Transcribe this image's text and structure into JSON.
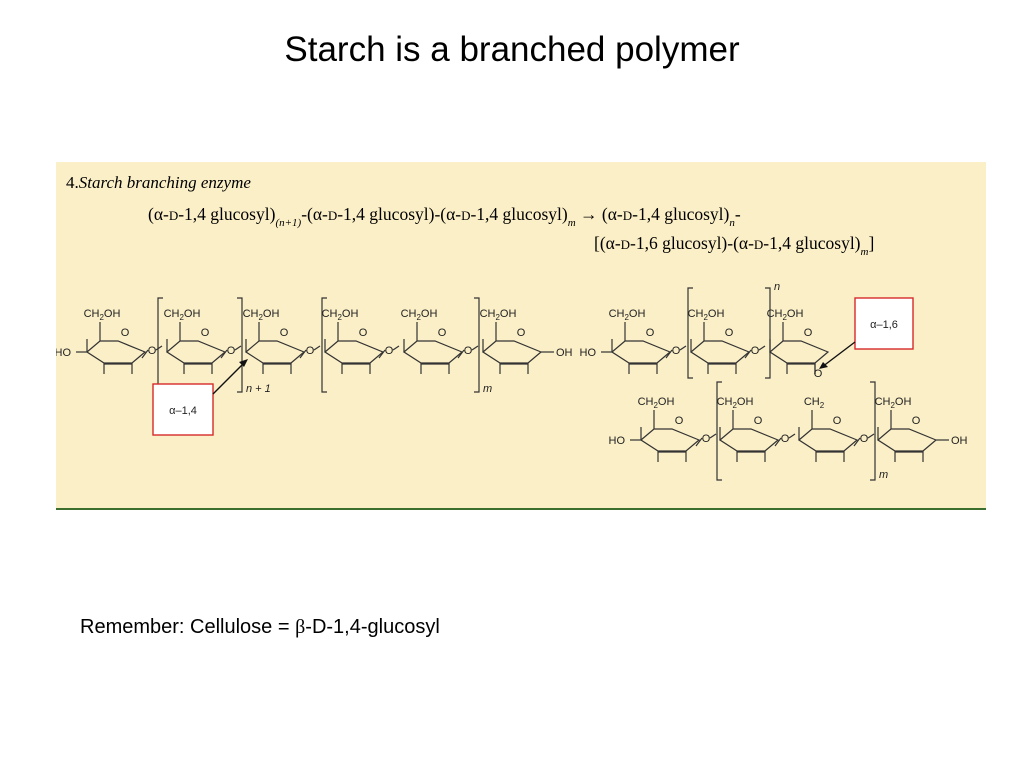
{
  "slide": {
    "title": "Starch is a branched polymer",
    "footnote": {
      "prefix": "Remember: Cellulose = ",
      "beta": "β",
      "suffix": "-D-1,4-glucosyl"
    }
  },
  "figure": {
    "heading": {
      "number": "4.",
      "text": "Starch branching enzyme"
    },
    "equation": {
      "line1": [
        {
          "t": "(α-"
        },
        {
          "t": "D",
          "sc": true
        },
        {
          "t": "-1,4 glucosyl)"
        },
        {
          "t": "(n+1)",
          "sub": true,
          "it": true
        },
        {
          "t": "-(α-"
        },
        {
          "t": "D",
          "sc": true
        },
        {
          "t": "-1,4 glucosyl)-(α-"
        },
        {
          "t": "D",
          "sc": true
        },
        {
          "t": "-1,4 glucosyl)"
        },
        {
          "t": "m",
          "sub": true,
          "it": true
        },
        {
          "t": " → (α-"
        },
        {
          "t": "D",
          "sc": true
        },
        {
          "t": "-1,4 glucosyl)"
        },
        {
          "t": "n",
          "sub": true,
          "it": true
        },
        {
          "t": "-"
        }
      ],
      "line2": [
        {
          "t": "[(α-"
        },
        {
          "t": "D",
          "sc": true
        },
        {
          "t": "-1,6 glucosyl)-(α-"
        },
        {
          "t": "D",
          "sc": true
        },
        {
          "t": "-1,4 glucosyl)"
        },
        {
          "t": "m",
          "sub": true,
          "it": true
        },
        {
          "t": "]"
        }
      ]
    },
    "labels": {
      "ch2oh": "CH2OH",
      "ch2": "CH2",
      "ring_o": "O",
      "link_o": "O",
      "ho": "HO",
      "oh": "OH",
      "sub_n_plus_1": "n + 1",
      "sub_m": "m",
      "sub_n": "n"
    },
    "callouts": {
      "alpha14": "α–1,4",
      "alpha16": "α–1,6"
    },
    "colors": {
      "panel_background": "#fbefc7",
      "callout_border": "#d62a2a",
      "panel_rule": "#3c6e2e"
    }
  }
}
